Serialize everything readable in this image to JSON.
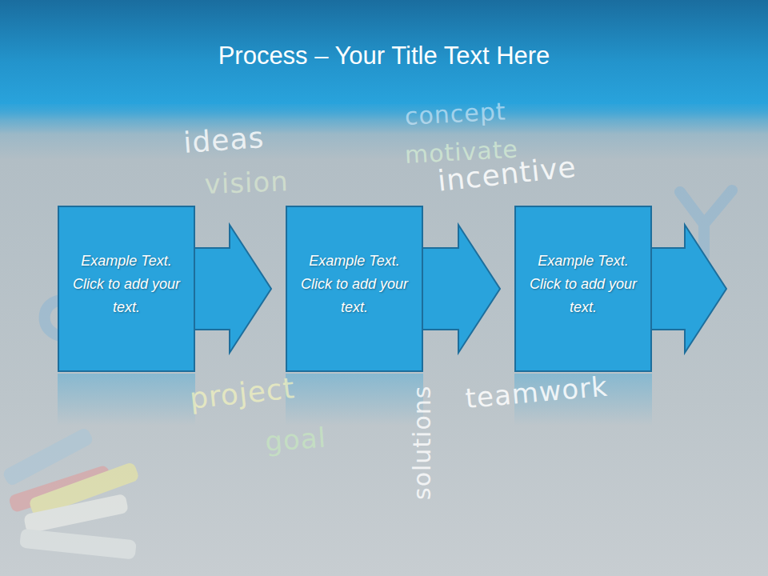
{
  "diagram": {
    "title": "Process – Your Title Text Here",
    "nodes": [
      {
        "text": [
          "Example Text. Click to add your text."
        ]
      },
      {
        "text": [
          "Example Text. Click to add your text."
        ]
      },
      {
        "text": [
          "Example Text. Click to add your text."
        ]
      }
    ],
    "edges": [
      {
        "from": 0,
        "to": 1,
        "arrow": "to"
      },
      {
        "from": 1,
        "to": 2,
        "arrow": "to"
      }
    ],
    "labels": [
      "ideas",
      "vision",
      "concept",
      "motivate",
      "incentive",
      "project",
      "goal",
      "teamwork",
      "solutions"
    ]
  }
}
